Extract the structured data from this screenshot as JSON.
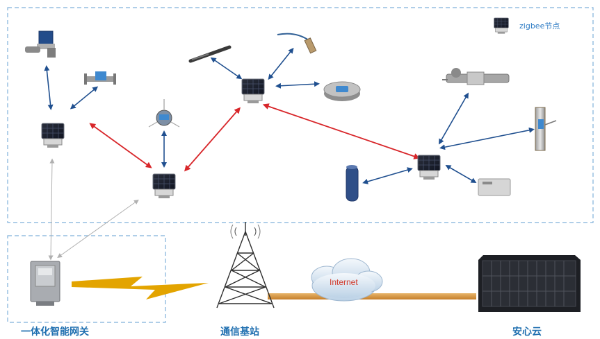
{
  "legend": {
    "text": "zigbee节点",
    "icon": "zigbee-node-icon"
  },
  "labels": {
    "gateway": "一体化智能网关",
    "base_station": "通信基站",
    "cloud": "安心云"
  },
  "internet_label": "Internet",
  "colors": {
    "dashed_border": "#7fb0da",
    "blue_link": "#1f4f8f",
    "red_link": "#d8262a",
    "gray_link": "#b9b9b9",
    "lightning": "#e0a800",
    "label_blue": "#1f6fb0"
  }
}
